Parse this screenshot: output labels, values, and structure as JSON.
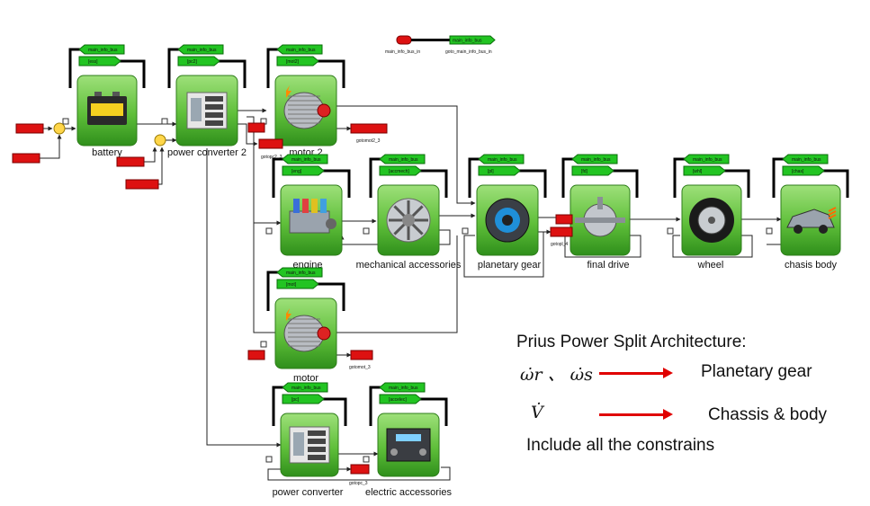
{
  "blocks": [
    {
      "id": "battery",
      "label": "battery",
      "tag": "[ess]",
      "bus": "main_info_bus"
    },
    {
      "id": "power_converter_2",
      "label": "power converter 2",
      "tag": "[pc2]",
      "bus": "main_info_bus"
    },
    {
      "id": "motor_2",
      "label": "motor 2",
      "tag": "[mot2]",
      "bus": "main_info_bus"
    },
    {
      "id": "engine",
      "label": "engine",
      "tag": "[eng]",
      "bus": "main_info_bus"
    },
    {
      "id": "mechanical_accessories",
      "label": "mechanical accessories",
      "tag": "[accmech]",
      "bus": "main_info_bus"
    },
    {
      "id": "planetary_gear",
      "label": "planetary gear",
      "tag": "[pl]",
      "bus": "main_info_bus"
    },
    {
      "id": "final_drive",
      "label": "final drive",
      "tag": "[fd]",
      "bus": "main_info_bus"
    },
    {
      "id": "wheel",
      "label": "wheel",
      "tag": "[whl]",
      "bus": "main_info_bus"
    },
    {
      "id": "chasis_body",
      "label": "chasis body",
      "tag": "[chas]",
      "bus": "main_info_bus"
    },
    {
      "id": "motor",
      "label": "motor",
      "tag": "[mot]",
      "bus": "main_info_bus"
    },
    {
      "id": "power_converter",
      "label": "power converter",
      "tag": "[pc]",
      "bus": "main_info_bus"
    },
    {
      "id": "electric_accessories",
      "label": "electric accessories",
      "tag": "[accelec]",
      "bus": "main_info_bus"
    }
  ],
  "top_bus": {
    "in_label": "main_info_bus_in",
    "goto_label": "goto_main_info_bus_in",
    "goto_text": "main_info_bus"
  },
  "small_tags": {
    "goto_mot2": "gotomot2_3",
    "goto_pc2": "gotopc2_3",
    "goto_pl": "gotopl_4",
    "goto_mot": "gotomot_3",
    "goto_pc": "gotopc_3"
  },
  "notes": {
    "title": "Prius Power Split Architecture:",
    "row1_math": "ω̇r 、 ω̇s",
    "row1_target": "Planetary gear",
    "row2_math": "V̇",
    "row2_target": "Chassis & body",
    "footer": "Include all the constrains"
  },
  "colors": {
    "block_green": "#5fbf3a",
    "bus_green": "#22c422",
    "port_red": "#dd1111",
    "arrow_red": "#e00000"
  }
}
